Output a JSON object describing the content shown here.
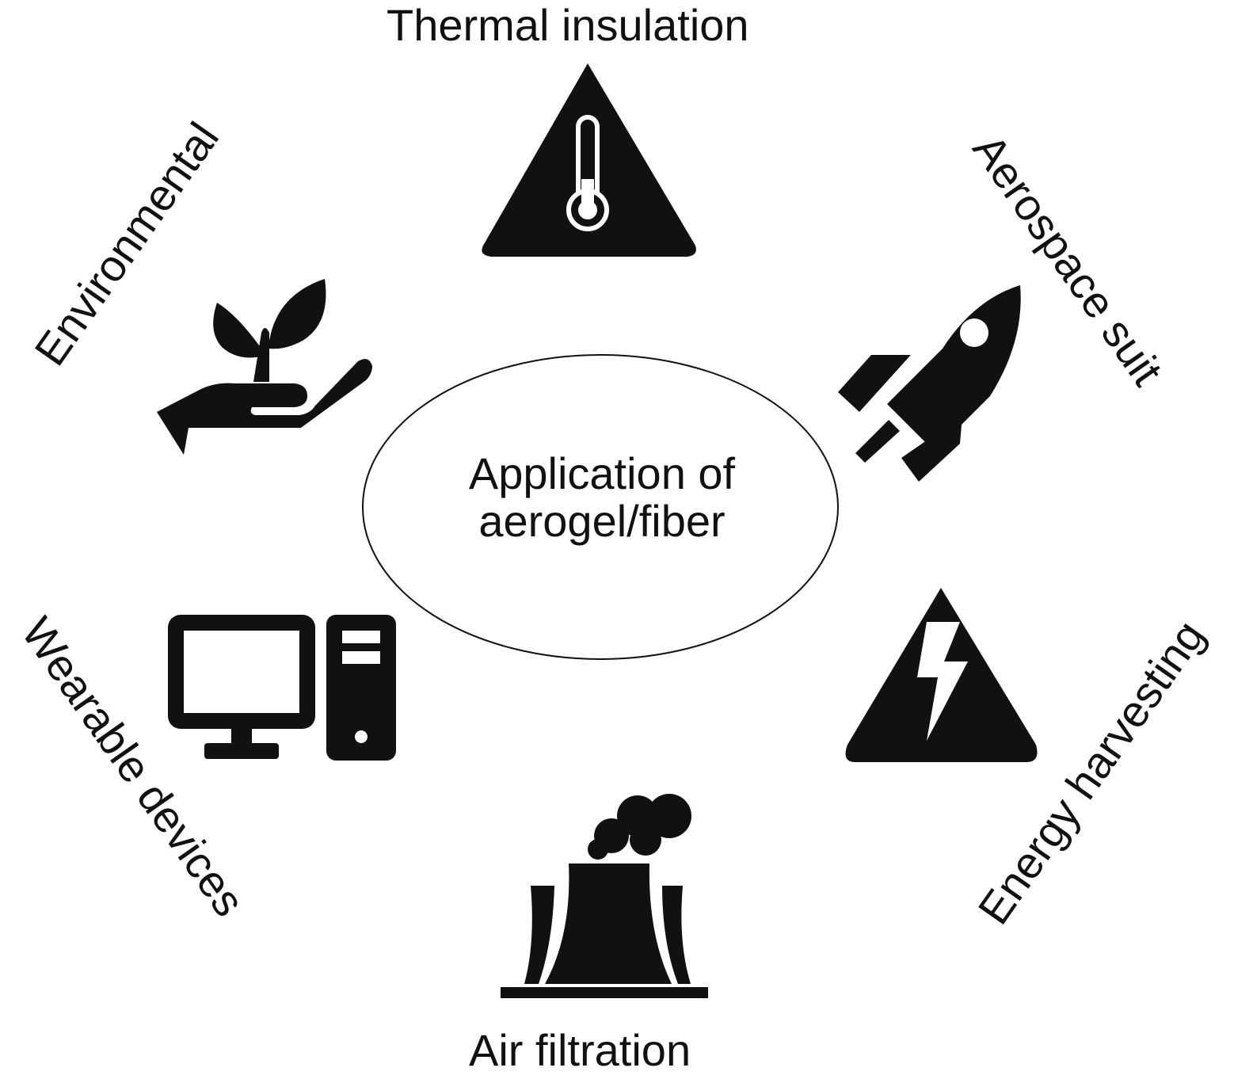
{
  "center": {
    "line1": "Application of",
    "line2": "aerogel/fiber"
  },
  "labels": {
    "thermal": "Thermal insulation",
    "aerospace": "Aerospace suit",
    "energy": "Energy harvesting",
    "air": "Air filtration",
    "wearable": "Wearable devices",
    "environmental": "Environmental"
  },
  "icons": {
    "thermal": "thermometer-warning-icon",
    "aerospace": "rocket-icon",
    "energy": "lightning-warning-icon",
    "air": "factory-smoke-icon",
    "wearable": "desktop-computer-icon",
    "environmental": "plant-in-hand-icon"
  },
  "colors": {
    "ink": "#111111",
    "background": "#ffffff"
  }
}
